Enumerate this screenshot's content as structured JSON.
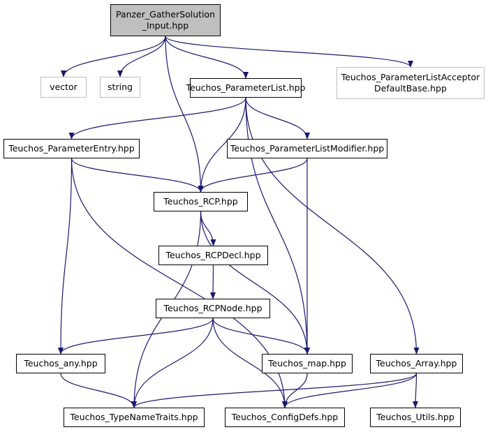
{
  "graph": {
    "colors": {
      "edge": "#191970",
      "node_border": "#000000",
      "external_border": "#bfbfbf",
      "root_fill": "#bfbfbf"
    },
    "nodes": {
      "root": "Panzer_GatherSolution\n_Input.hpp",
      "vector": "vector",
      "string": "string",
      "parameter_list": "Teuchos_ParameterList.hpp",
      "acceptor": "Teuchos_ParameterListAcceptor\nDefaultBase.hpp",
      "parameter_entry": "Teuchos_ParameterEntry.hpp",
      "parameter_list_modifier": "Teuchos_ParameterListModifier.hpp",
      "rcp": "Teuchos_RCP.hpp",
      "rcp_decl": "Teuchos_RCPDecl.hpp",
      "rcp_node": "Teuchos_RCPNode.hpp",
      "any": "Teuchos_any.hpp",
      "map": "Teuchos_map.hpp",
      "array": "Teuchos_Array.hpp",
      "type_name_traits": "Teuchos_TypeNameTraits.hpp",
      "config_defs": "Teuchos_ConfigDefs.hpp",
      "utils": "Teuchos_Utils.hpp"
    },
    "edges": [
      [
        "root",
        "vector"
      ],
      [
        "root",
        "string"
      ],
      [
        "root",
        "parameter_list"
      ],
      [
        "root",
        "acceptor"
      ],
      [
        "root",
        "rcp"
      ],
      [
        "parameter_list",
        "parameter_entry"
      ],
      [
        "parameter_list",
        "rcp"
      ],
      [
        "parameter_list",
        "parameter_list_modifier"
      ],
      [
        "parameter_list",
        "map"
      ],
      [
        "parameter_list",
        "array"
      ],
      [
        "parameter_entry",
        "rcp"
      ],
      [
        "parameter_entry",
        "any"
      ],
      [
        "parameter_entry",
        "config_defs"
      ],
      [
        "parameter_list_modifier",
        "rcp"
      ],
      [
        "parameter_list_modifier",
        "map"
      ],
      [
        "rcp",
        "rcp_decl"
      ],
      [
        "rcp",
        "type_name_traits"
      ],
      [
        "rcp",
        "map"
      ],
      [
        "rcp_decl",
        "rcp_node"
      ],
      [
        "rcp_node",
        "any"
      ],
      [
        "rcp_node",
        "map"
      ],
      [
        "rcp_node",
        "type_name_traits"
      ],
      [
        "rcp_node",
        "config_defs"
      ],
      [
        "any",
        "type_name_traits"
      ],
      [
        "map",
        "config_defs"
      ],
      [
        "array",
        "type_name_traits"
      ],
      [
        "array",
        "config_defs"
      ],
      [
        "array",
        "utils"
      ]
    ]
  }
}
